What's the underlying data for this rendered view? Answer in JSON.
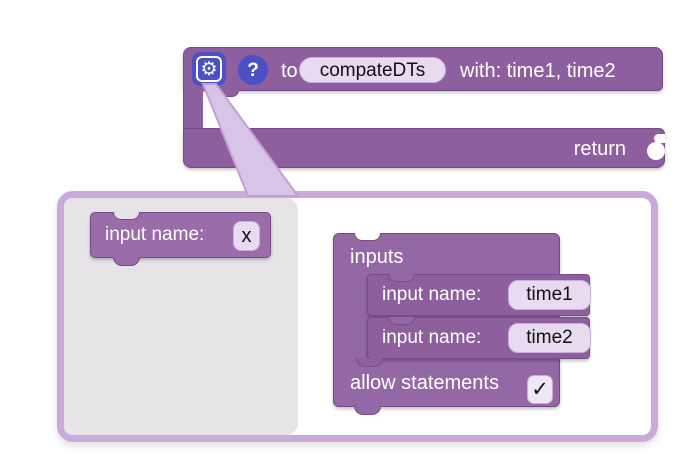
{
  "colors": {
    "block_fill": "#8e5f9e",
    "block_border": "#774a88",
    "container_fill": "#9468a4",
    "row_fill": "#8d5f9d",
    "flyout_block_fill": "#9a6ca9",
    "icon_bg": "#4b50c4",
    "bubble_border": "#c9aadb",
    "tail_fill": "#d8c4e6",
    "tail_border": "#c2a0d4",
    "flyout_bg": "#e6e4e7",
    "field_bg": "#e8daf0",
    "field_border": "#c6afd8",
    "text_light": "#ffffff",
    "text_dark": "#111111"
  },
  "icons": {
    "gear": "⚙",
    "help": "?",
    "check": "✓"
  },
  "procedure": {
    "prefix": "to",
    "name": "compateDTs",
    "params": "with: time1, time2",
    "return_label": "return"
  },
  "mutator": {
    "flyout_block": {
      "label": "input name:",
      "field": "x"
    },
    "container": {
      "label": "inputs",
      "rows": [
        {
          "label": "input name:",
          "field": "time1"
        },
        {
          "label": "input name:",
          "field": "time2"
        }
      ],
      "allow_statements_label": "allow statements",
      "allow_statements_checked": true
    }
  }
}
